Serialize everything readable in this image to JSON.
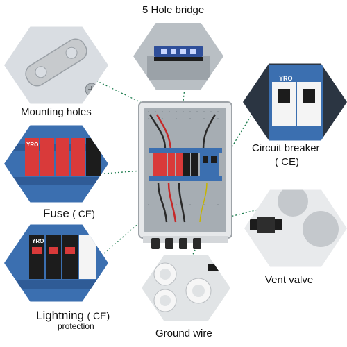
{
  "labels": {
    "bridge": "5 Hole bridge",
    "mounting": "Mounting holes",
    "breaker_line1": "Circuit breaker",
    "breaker_line2": "( CE)",
    "fuse_main": "Fuse",
    "fuse_ce": "( CE)",
    "vent": "Vent valve",
    "lightning_main": "Lightning",
    "lightning_ce": "( CE)",
    "lightning_sub": "protection",
    "ground": "Ground wire"
  },
  "brand": "YRO",
  "colors": {
    "enclosure": "#e6e8ea",
    "din_blue": "#3b6fb0",
    "fuse_red": "#d93a3a",
    "arrester_black": "#1c1c1c",
    "hex_bg": "#d9dde2",
    "leader": "#1a7a4c",
    "cable": "#2a2a2a",
    "cable_red": "#c62828"
  }
}
